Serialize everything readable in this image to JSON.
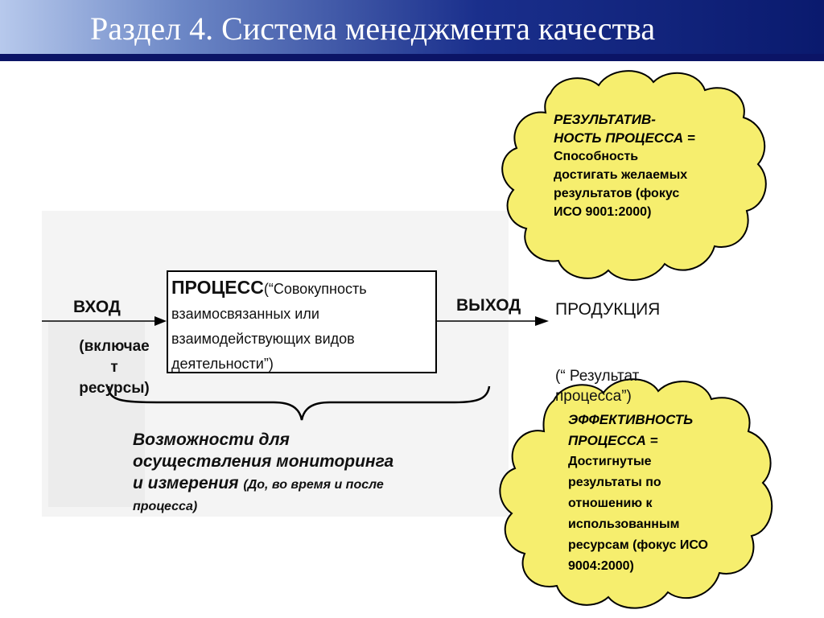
{
  "header": {
    "title": "Раздел 4. Система менеджмента качества"
  },
  "colors": {
    "header_dark": "#0b1466",
    "cloud_fill": "#f6ee6e",
    "cloud_stroke": "#000000"
  },
  "diagram": {
    "input_label": "ВХОД",
    "input_note": [
      "(включае",
      "т",
      "ресурсы)"
    ],
    "process_title": "ПРОЦЕСС",
    "process_desc": [
      "(“Совокупность",
      "взаимосвязанных или",
      "взаимодействующих видов",
      "деятельности”)"
    ],
    "output_label": "ВЫХОД",
    "product_label": "ПРОДУКЦИЯ",
    "product_note": [
      "(“ Результат",
      "процесса”)"
    ],
    "monitoring_text": [
      "Возможности для",
      "осуществления мониторинга"
    ],
    "monitoring_third_line": "и измерения",
    "monitoring_note_a": "(До, во время и после",
    "monitoring_note_b": "процесса)",
    "effectiveness_cloud": {
      "title": [
        "РЕЗУЛЬТАТИВ-",
        "НОСТЬ ПРОЦЕССА ="
      ],
      "body": [
        "Способность",
        "достигать желаемых",
        "результатов (фокус",
        "ИСО 9001:2000)"
      ]
    },
    "efficiency_cloud": {
      "title": [
        "ЭФФЕКТИВНОСТЬ",
        "ПРОЦЕССА ="
      ],
      "body": [
        "Достигнутые",
        "результаты по",
        "отношению к",
        "использованным",
        "ресурсам (фокус ИСО",
        "9004:2000)"
      ]
    }
  }
}
